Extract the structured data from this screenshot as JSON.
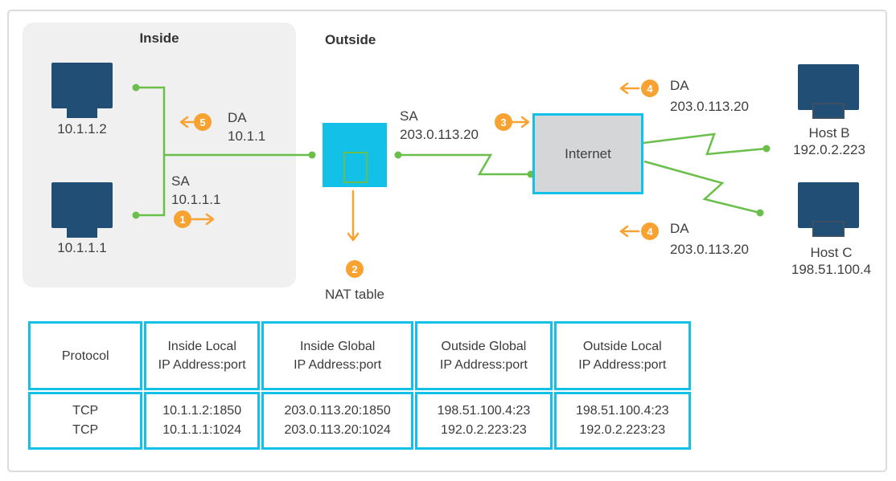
{
  "zones": {
    "inside": "Inside",
    "outside": "Outside"
  },
  "devices": {
    "host1": {
      "label": "10.1.1.2"
    },
    "host2": {
      "label": "10.1.1.1"
    },
    "router": {
      "type": "nat-router"
    },
    "internet": {
      "label": "Internet"
    },
    "host_b": {
      "name": "Host B",
      "ip": "192.0.2.223"
    },
    "host_c": {
      "name": "Host C",
      "ip": "198.51.100.4"
    }
  },
  "annotations": {
    "step1": {
      "num": "1"
    },
    "step2": {
      "num": "2",
      "label": "NAT table"
    },
    "step3": {
      "num": "3"
    },
    "step4a": {
      "num": "4"
    },
    "step4b": {
      "num": "4"
    },
    "step5": {
      "num": "5"
    },
    "sa_inside": {
      "lines": [
        "SA",
        "10.1.1.1"
      ]
    },
    "da_inside": {
      "lines": [
        "DA",
        "10.1.1"
      ]
    },
    "sa_global": {
      "lines": [
        "SA",
        "203.0.113.20"
      ]
    },
    "da_global_top": {
      "lines": [
        "DA",
        "203.0.113.20"
      ]
    },
    "da_global_bottom": {
      "lines": [
        "DA",
        "203.0.113.20"
      ]
    }
  },
  "nat_table": {
    "headers": [
      [
        "Protocol",
        ""
      ],
      [
        "Inside Local",
        "IP Address:port"
      ],
      [
        "Inside Global",
        "IP Address:port"
      ],
      [
        "Outside Global",
        "IP Address:port"
      ],
      [
        "Outside Local",
        "IP Address:port"
      ]
    ],
    "rows": [
      [
        "TCP",
        "10.1.1.2:1850",
        "203.0.113.20:1850",
        "198.51.100.4:23",
        "198.51.100.4:23"
      ],
      [
        "TCP",
        "10.1.1.1:1024",
        "203.0.113.20:1024",
        "192.0.2.223:23",
        "192.0.2.223:23"
      ]
    ]
  },
  "colors": {
    "cyan": "#12c0e8",
    "green": "#6abf4a",
    "orange": "#f7a231",
    "navy": "#214e75",
    "zone_gray": "#f0f0f1",
    "internet_gray": "#d5d6d8"
  }
}
